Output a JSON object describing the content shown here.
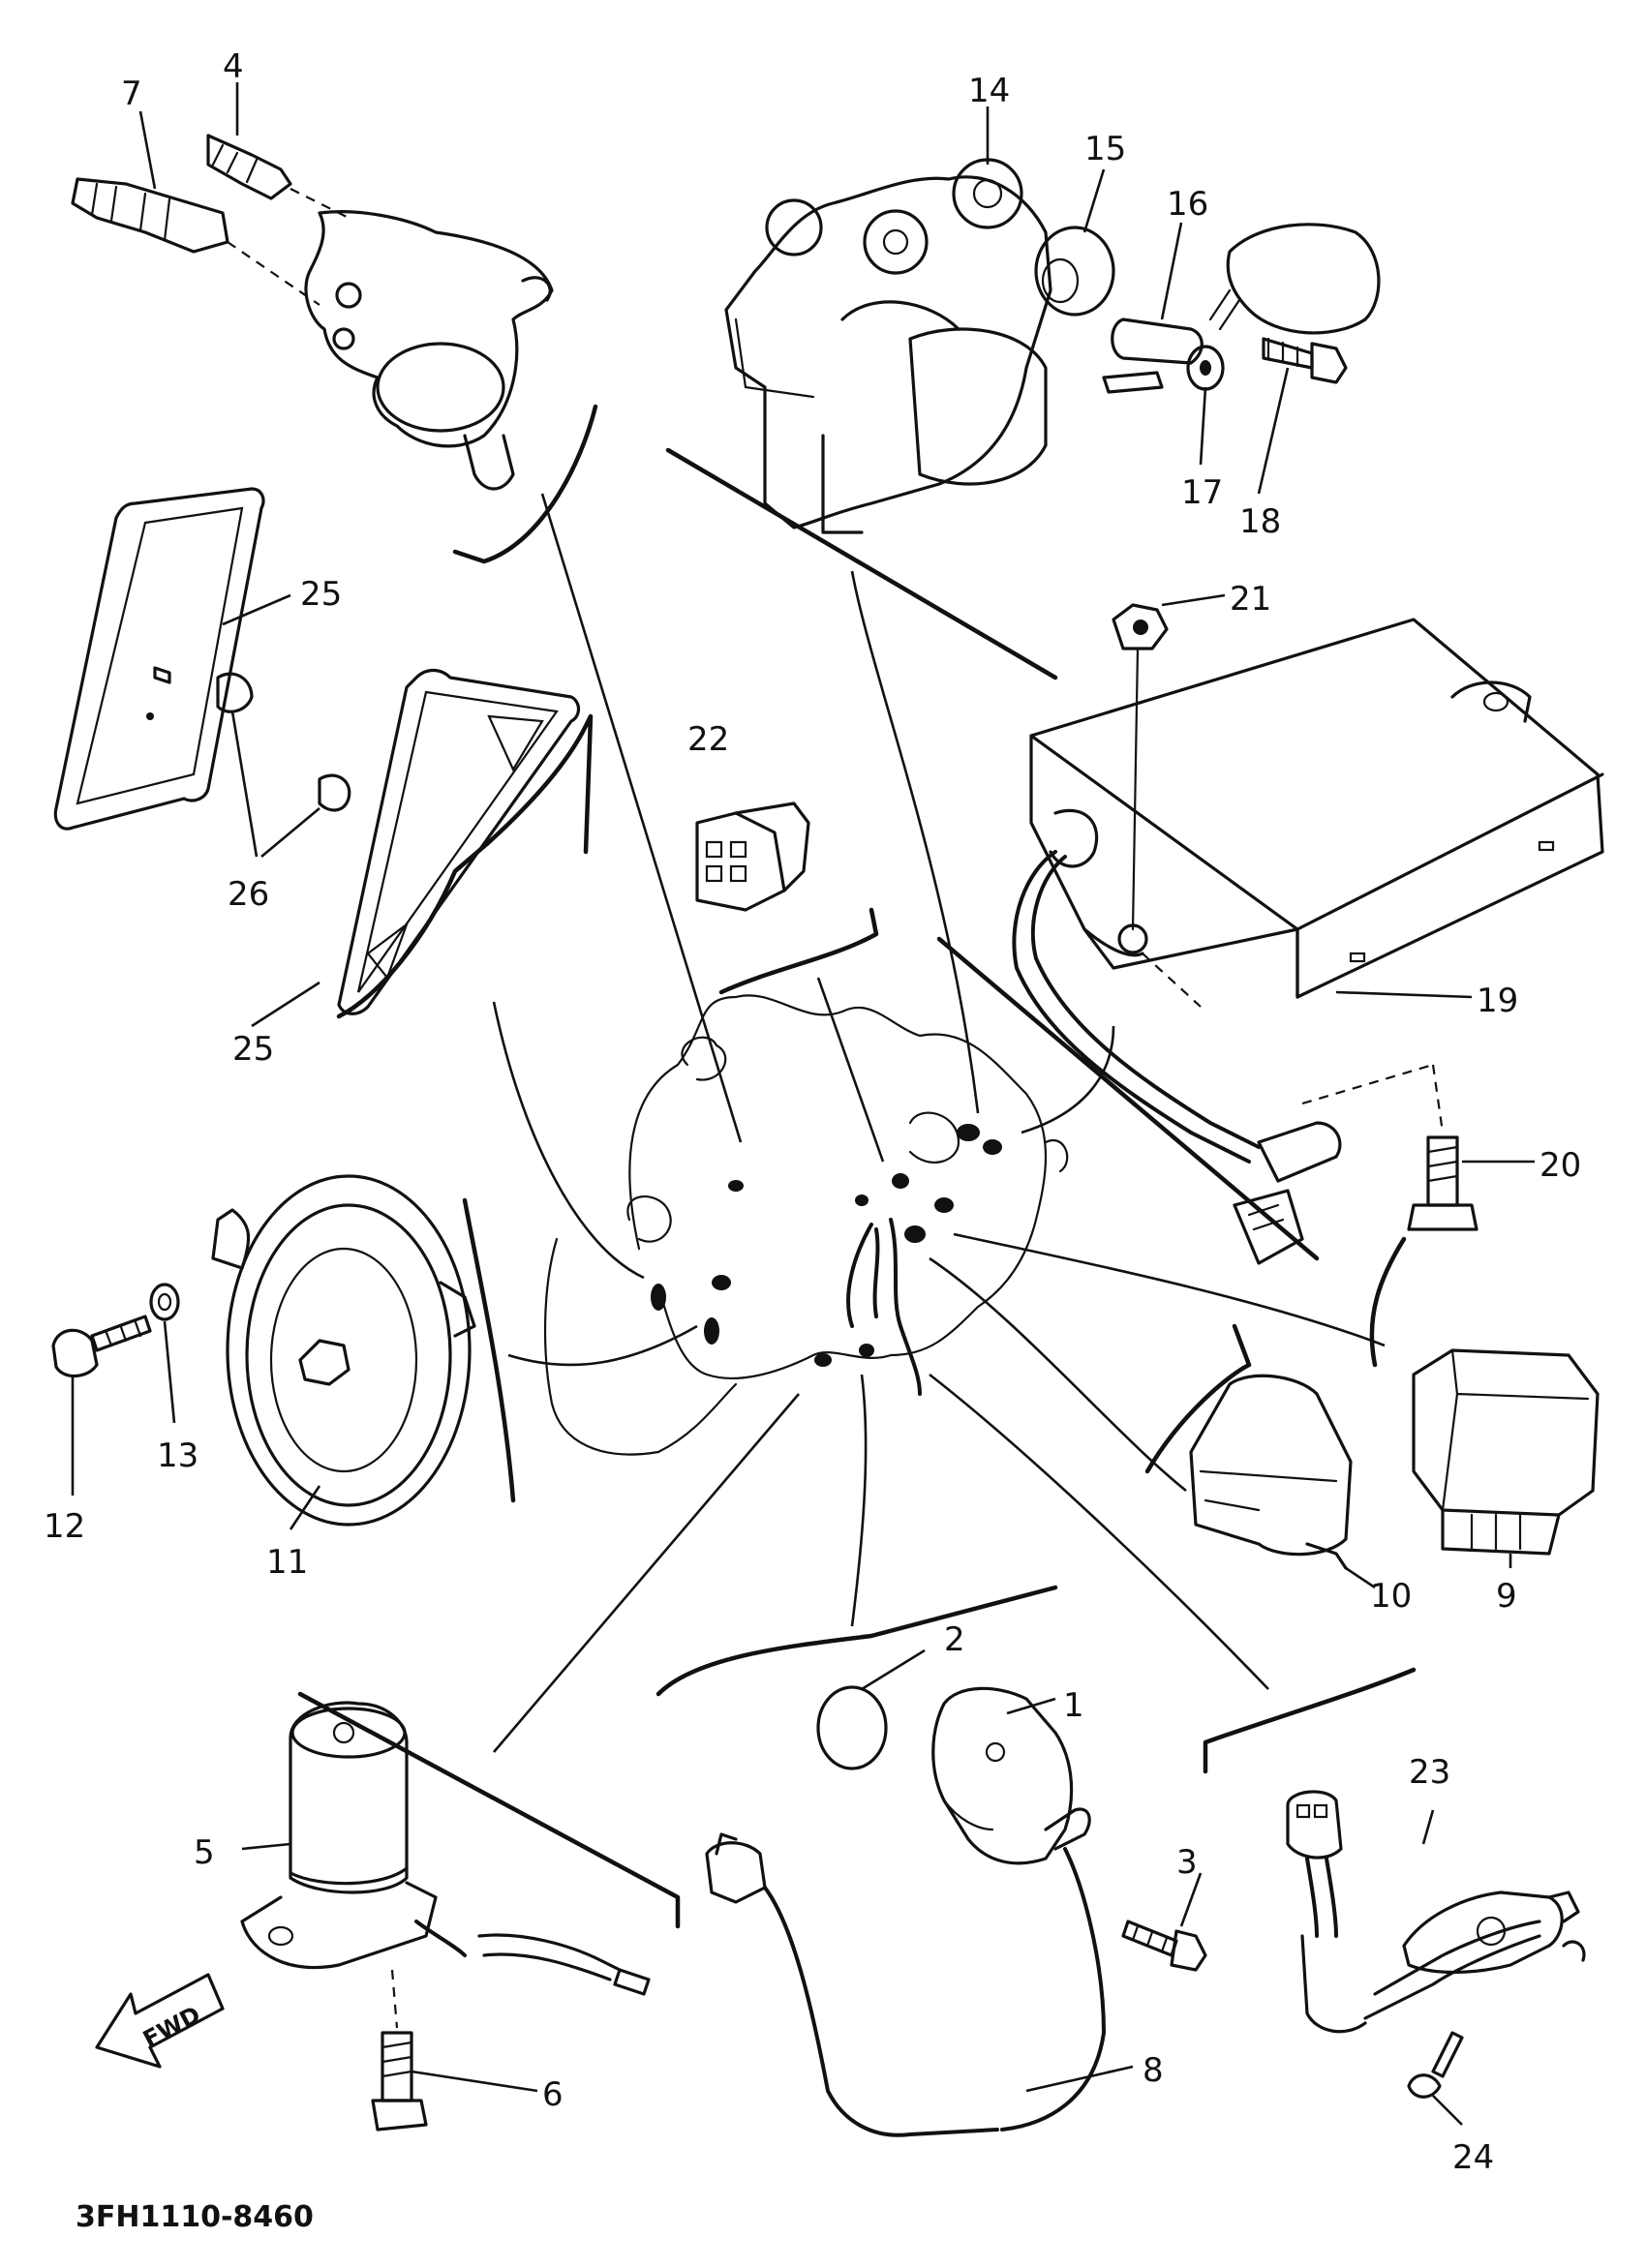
{
  "diagram": {
    "drawing_code": "3FH1110-8460",
    "direction_label": "FWD",
    "callouts": {
      "c1": "1",
      "c2": "2",
      "c3": "3",
      "c4": "4",
      "c5": "5",
      "c6": "6",
      "c7": "7",
      "c8": "8",
      "c9": "9",
      "c10": "10",
      "c11": "11",
      "c12": "12",
      "c13": "13",
      "c14": "14",
      "c15": "15",
      "c16": "16",
      "c17": "17",
      "c18": "18",
      "c19": "19",
      "c20": "20",
      "c21": "21",
      "c22": "22",
      "c23": "23",
      "c24": "24",
      "c25a": "25",
      "c25b": "25",
      "c26": "26"
    }
  }
}
